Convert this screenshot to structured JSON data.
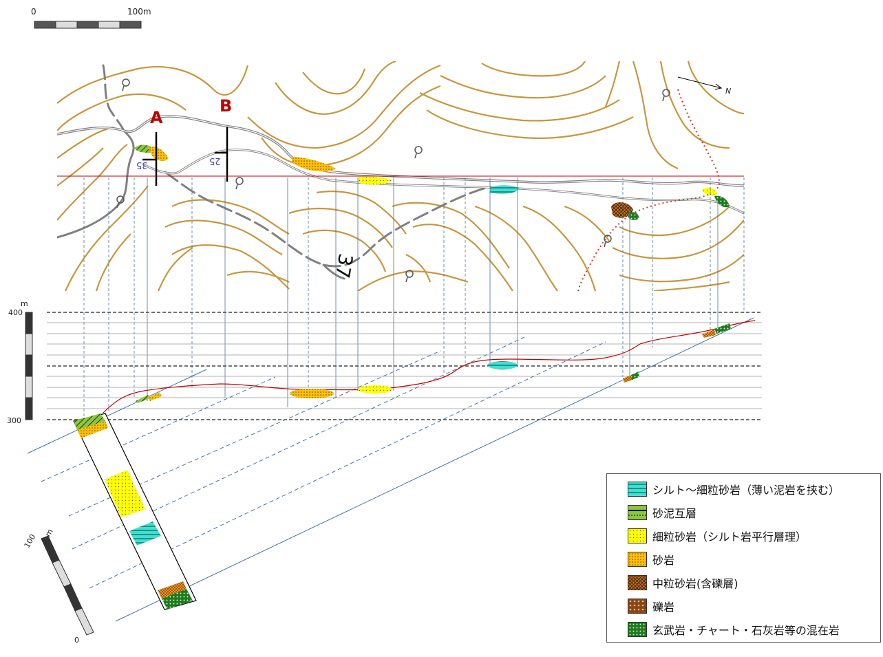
{
  "scale_bar": {
    "start": "0",
    "end": "100m"
  },
  "section_labels": {
    "a": "A",
    "b": "B"
  },
  "strike_dips": [
    "35",
    "25"
  ],
  "map_number": "37",
  "north_label": "N",
  "elevation_axis": {
    "unit": "m",
    "top": "400",
    "bottom": "300"
  },
  "column_scale": {
    "unit": "m",
    "top": "100",
    "bottom": "0"
  },
  "legend": [
    {
      "label": "シルト～細粒砂岩（薄い泥岩を挟む）",
      "pattern": "silt-fine-sand",
      "color": "#40e0d0"
    },
    {
      "label": "砂泥互層",
      "pattern": "sand-mud-alternation",
      "color": "#8cc63f"
    },
    {
      "label": "細粒砂岩（シルト岩平行層理）",
      "pattern": "fine-sandstone",
      "color": "#ffff00"
    },
    {
      "label": " 砂岩",
      "pattern": "sandstone",
      "color": "#ffc000"
    },
    {
      "label": "中粒砂岩(含礫層)",
      "pattern": "medium-sandstone",
      "color": "#c07020"
    },
    {
      "label": "礫岩",
      "pattern": "conglomerate",
      "color": "#8b4513"
    },
    {
      "label": "玄武岩・チャート・石灰岩等の混在岩",
      "pattern": "mixed-rock",
      "color": "#228b22"
    }
  ],
  "colors": {
    "contour": "#c8963e",
    "road": "#808080",
    "section_line": "#c00000",
    "guide_line": "#4a6fa5",
    "trail": "#e03030"
  }
}
